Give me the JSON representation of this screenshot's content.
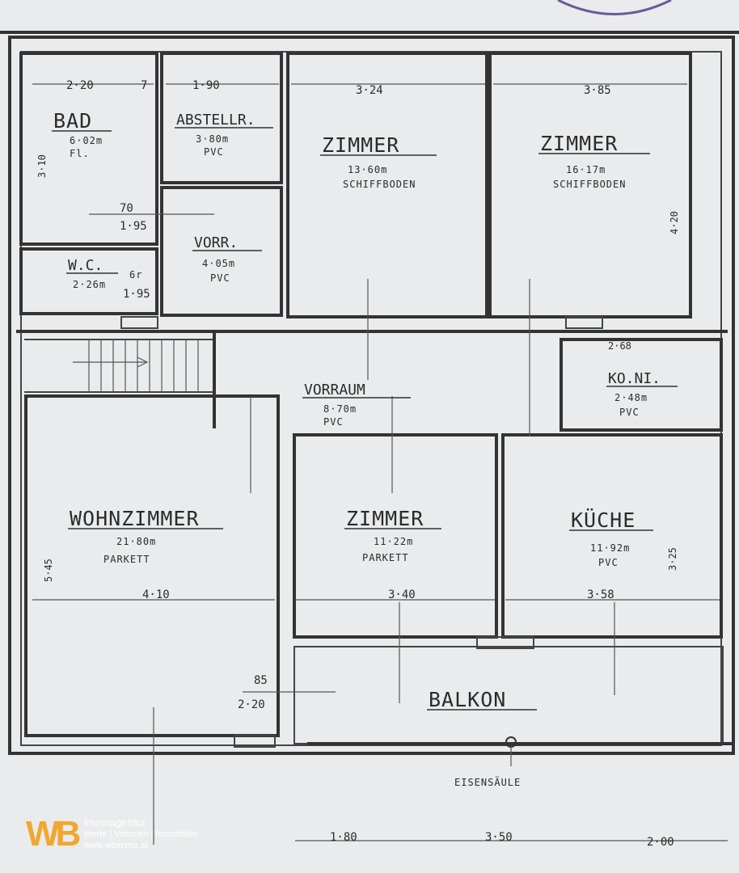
{
  "rooms": {
    "bad": {
      "name": "BAD",
      "area": "6·02m",
      "floor": "Fl."
    },
    "abstell": {
      "name": "ABSTELLR.",
      "area": "3·80m",
      "floor": "PVC"
    },
    "zimmer1": {
      "name": "ZIMMER",
      "area": "13·60m",
      "floor": "SCHIFFBODEN"
    },
    "zimmer2": {
      "name": "ZIMMER",
      "area": "16·17m",
      "floor": "SCHIFFBODEN"
    },
    "wc": {
      "name": "W.C.",
      "area": "2·26m",
      "note": "6r"
    },
    "vorr": {
      "name": "VORR.",
      "area": "4·05m",
      "floor": "PVC"
    },
    "vorraum": {
      "name": "VORRAUM",
      "area": "8·70m",
      "floor": "PVC"
    },
    "koni": {
      "name": "KO.NI.",
      "area": "2·48m",
      "floor": "PVC"
    },
    "wohnzimmer": {
      "name": "WOHNZIMMER",
      "area": "21·80m",
      "floor": "PARKETT"
    },
    "zimmer3": {
      "name": "ZIMMER",
      "area": "11·22m",
      "floor": "PARKETT"
    },
    "kueche": {
      "name": "KÜCHE",
      "area": "11·92m",
      "floor": "PVC"
    },
    "balkon": {
      "name": "BALKON"
    }
  },
  "dims": {
    "d1": "2·20",
    "d2": "1·90",
    "d3": "3·24",
    "d4": "3·85",
    "d5": "3·10",
    "d6": "70",
    "d7": "1·95",
    "d8": "1·95",
    "d9": "2·68",
    "d10": "4·10",
    "d11": "3·40",
    "d12": "3·58",
    "d13": "85",
    "d14": "2·20",
    "d15": "5·45",
    "d16": "4·20",
    "d17": "1·80",
    "d18": "3·50",
    "d19": "2·00",
    "d20": "7",
    "d21": "3·25"
  },
  "labels": {
    "eisensaeule": "EISENSÄULE"
  },
  "logo": {
    "mark": "WB",
    "line1": "Immoagentur",
    "line2": "Werte | Visionen | Immobilien",
    "line3": "www.wbimmo.at"
  },
  "colors": {
    "paper": "#e9ebec",
    "ink": "#2b2b2b",
    "accent": "#f1a72e",
    "stamp": "#6a5a9a"
  }
}
